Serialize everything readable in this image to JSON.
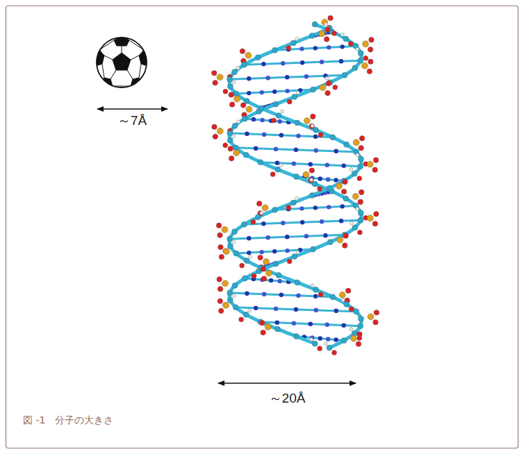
{
  "diagram": {
    "caption": "図 -1　分子の大きさ",
    "labels": [
      "～7Å",
      "～20Å"
    ]
  }
}
